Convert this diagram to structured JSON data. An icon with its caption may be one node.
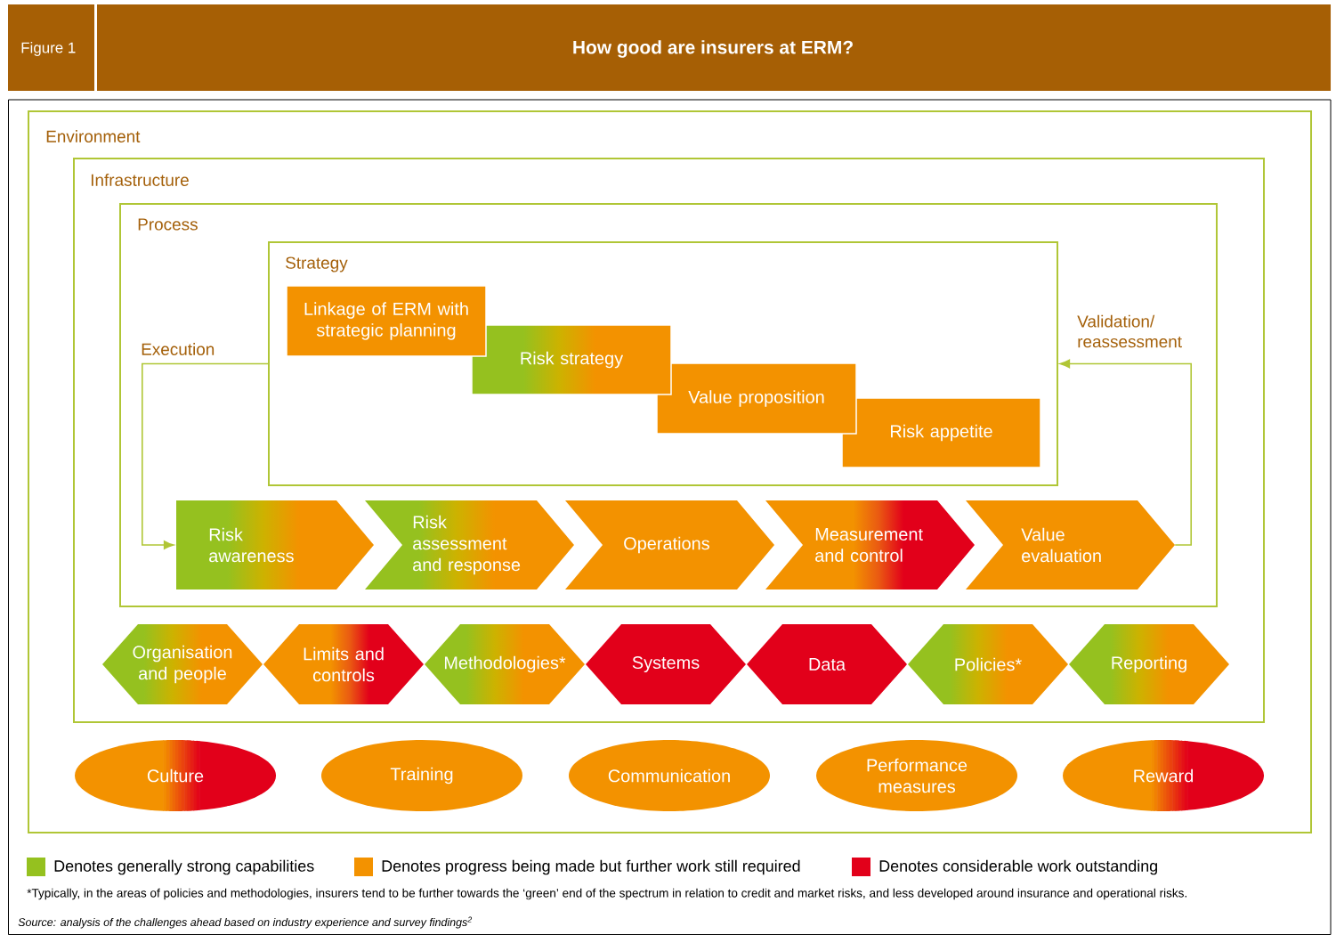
{
  "diagram": {
    "title": "How good are insurers at ERM?",
    "nodes": [
      {
        "text": [
          "Environment"
        ]
      },
      {
        "text": [
          "Infrastructure"
        ],
        "in": 0
      },
      {
        "text": [
          "Process"
        ],
        "in": 1
      },
      {
        "text": [
          "Strategy"
        ],
        "in": 2
      },
      {
        "text": [
          "Linkage of ERM with strategic planning"
        ],
        "in": 3
      },
      {
        "text": [
          "Risk strategy"
        ],
        "in": 3
      },
      {
        "text": [
          "Value proposition"
        ],
        "in": 3
      },
      {
        "text": [
          "Risk appetite"
        ],
        "in": 3
      },
      {
        "text": [
          "Risk awareness"
        ],
        "in": 2
      },
      {
        "text": [
          "Risk assessment and response"
        ],
        "in": 2
      },
      {
        "text": [
          "Operations"
        ],
        "in": 2
      },
      {
        "text": [
          "Measurement and control"
        ],
        "in": 2
      },
      {
        "text": [
          "Value evaluation"
        ],
        "in": 2
      },
      {
        "text": [
          "Organisation and people"
        ],
        "in": 1
      },
      {
        "text": [
          "Limits and controls"
        ],
        "in": 1
      },
      {
        "text": [
          "Methodologies*"
        ],
        "in": 1
      },
      {
        "text": [
          "Systems"
        ],
        "in": 1
      },
      {
        "text": [
          "Data"
        ],
        "in": 1
      },
      {
        "text": [
          "Policies*"
        ],
        "in": 1
      },
      {
        "text": [
          "Reporting"
        ],
        "in": 1
      },
      {
        "text": [
          "Culture"
        ],
        "in": 0
      },
      {
        "text": [
          "Training"
        ],
        "in": 0
      },
      {
        "text": [
          "Communication"
        ],
        "in": 0
      },
      {
        "text": [
          "Performance measures"
        ],
        "in": 0
      },
      {
        "text": [
          "Reward"
        ],
        "in": 0
      }
    ],
    "edges": [
      {
        "from": 3,
        "to": 8,
        "arrow": "to",
        "label": "Execution"
      },
      {
        "from": 12,
        "to": 3,
        "arrow": "to",
        "label": "Validation/ reassessment"
      }
    ],
    "labels": [
      "Figure 1",
      "*Typically, in the areas of policies and methodologies, insurers tend to be further towards the ‘green’ end of the spectrum in relation to credit and market risks, and less developed around insurance and operational risks.",
      "Source: analysis of the challenges ahead based on industry experience and survey findings$^{2}$"
    ],
    "legend": [
      {
        "text": "Denotes generally strong capabilities",
        "color": "#95c11f"
      },
      {
        "text": "Denotes progress being made but further work still required",
        "color": "#f39200"
      },
      {
        "text": "Denotes considerable work outstanding",
        "color": "#e2001a"
      }
    ]
  }
}
